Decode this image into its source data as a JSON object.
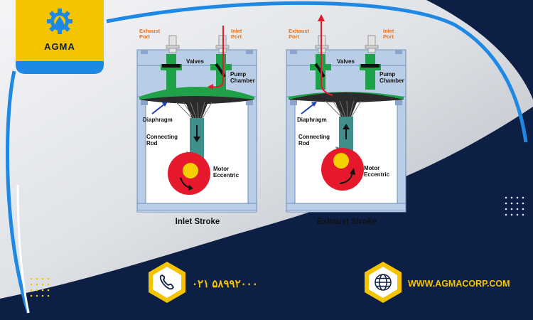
{
  "brand": {
    "name": "AGMA"
  },
  "diagrams": [
    {
      "caption": "Inlet Stroke",
      "labels": {
        "exhaust_port": "Exhaust\nPort",
        "inlet_port": "Inlet\nPort",
        "valves": "Valves",
        "pump_chamber": "Pump\nChamber",
        "diaphragm": "Diaphragm",
        "connecting_rod": "Connecting\nRod",
        "motor_eccentric": "Motor\nEccentric"
      }
    },
    {
      "caption": "Exhaust Stroke",
      "labels": {
        "exhaust_port": "Exhaust\nPort",
        "inlet_port": "Inlet\nPort",
        "valves": "Valves",
        "pump_chamber": "Pump\nChamber",
        "diaphragm": "Diaphragm",
        "connecting_rod": "Connecting\nRod",
        "motor_eccentric": "Motor\nEccentric"
      }
    }
  ],
  "contact": {
    "phone": "۰۲۱ ۵۸۹۹۲۰۰۰",
    "website": "WWW.AGMACORP.COM"
  },
  "icons": {
    "phone": "phone-icon",
    "globe": "globe-icon",
    "logo": "agma-gear-drop-icon"
  },
  "colors": {
    "navy": "#0d1f44",
    "yellow": "#f4c400",
    "blue_accent": "#1e88e5",
    "diaphragm_green": "#1fa14a",
    "motor_red": "#e5192b"
  }
}
